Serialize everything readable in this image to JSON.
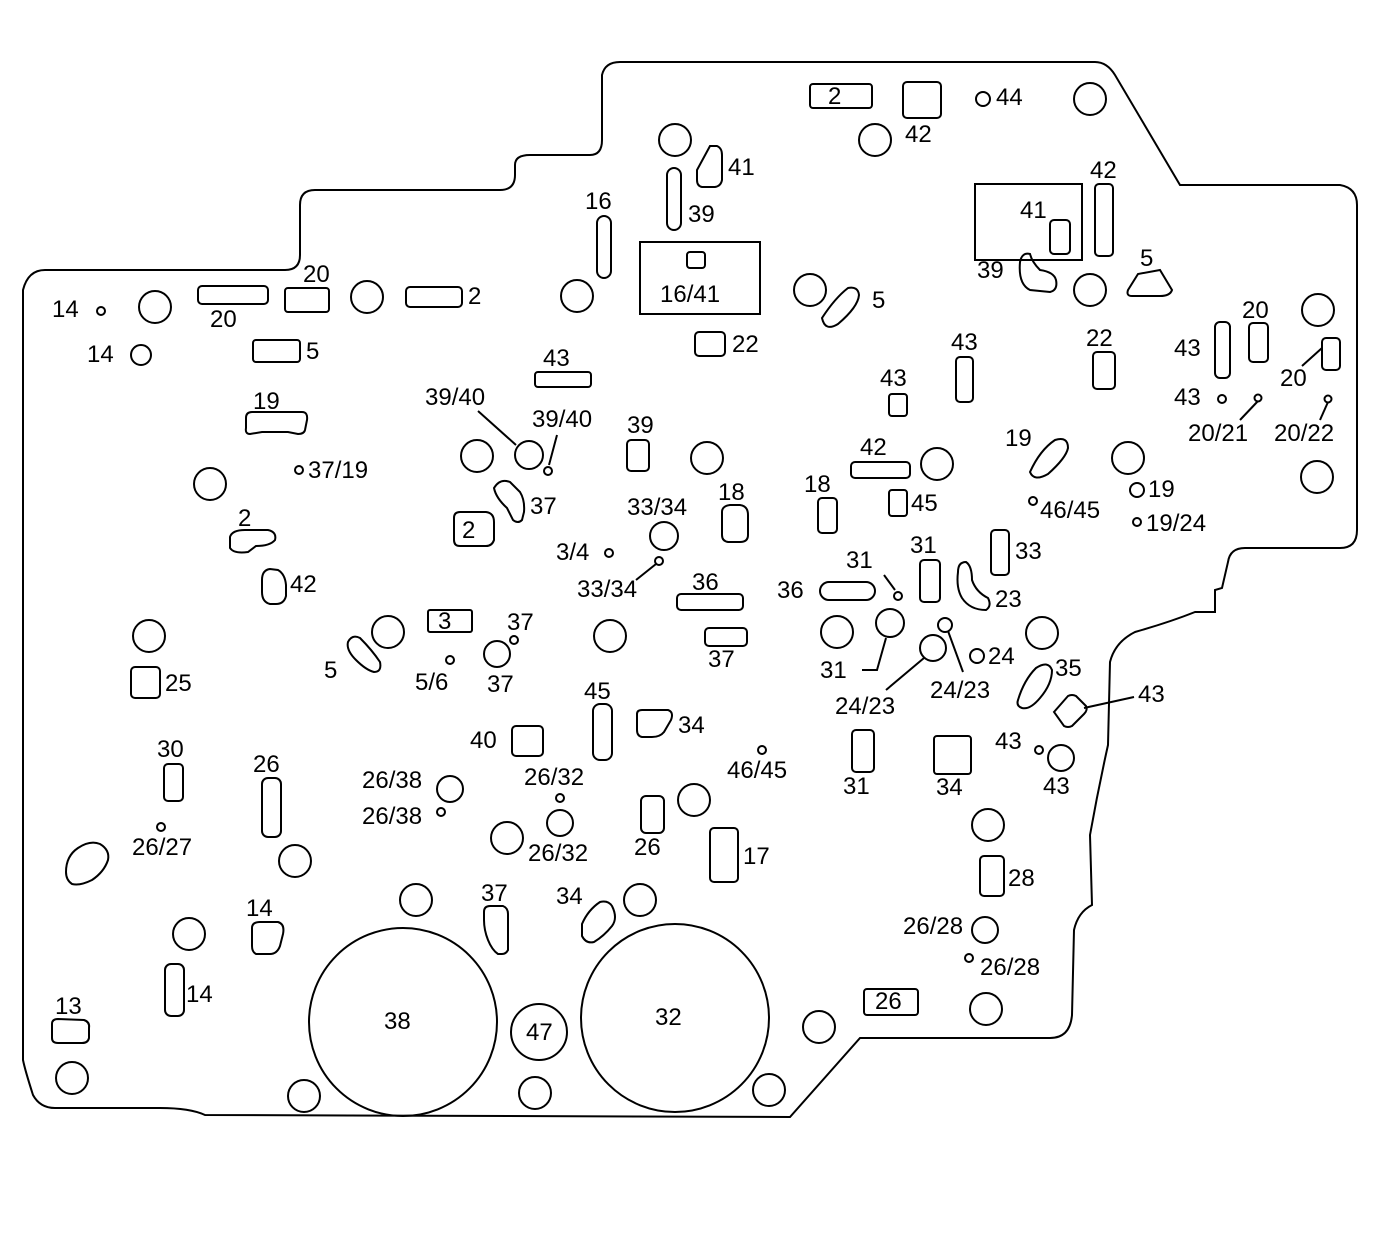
{
  "labels": {
    "l2top": "2",
    "l44": "44",
    "l42a": "42",
    "l41a": "41",
    "l39a": "39",
    "l16": "16",
    "l1641": "16/41",
    "l22a": "22",
    "l5a": "5",
    "l41b": "41",
    "l42b": "42",
    "l39b": "39",
    "l5b": "5",
    "l14a": "14",
    "l14b": "14",
    "l20a": "20",
    "l20b": "20",
    "l2a": "2",
    "l5c": "5",
    "l43a": "43",
    "l43b": "43",
    "l43c": "43",
    "l22b": "22",
    "l43d": "43",
    "l20c": "20",
    "l20d": "20",
    "l43e": "43",
    "l2021": "20/21",
    "l2022": "20/22",
    "l19a": "19",
    "l3940a": "39/40",
    "l3940b": "39/40",
    "l39c": "39",
    "l3719": "37/19",
    "l37a": "37",
    "l3334a": "33/34",
    "l18a": "18",
    "l18b": "18",
    "l42c": "42",
    "l45a": "45",
    "l19b": "19",
    "l19c": "19",
    "l4645a": "46/45",
    "l1924": "19/24",
    "l2b": "2",
    "l2box": "2",
    "l42d": "42",
    "l34a": "3/4",
    "l3334b": "33/34",
    "l36a": "36",
    "l36b": "36",
    "l31a": "31",
    "l31b": "31",
    "l33": "33",
    "l23": "23",
    "l3box": "3",
    "l37b": "37",
    "l37c": "37",
    "l37d": "37",
    "l5d": "5",
    "l56": "5/6",
    "l25": "25",
    "l31c": "31",
    "l24": "24",
    "l35": "35",
    "l2423a": "24/23",
    "l2423b": "24/23",
    "l43f": "43",
    "l45b": "45",
    "l34b": "34",
    "l40": "40",
    "l2632a": "26/32",
    "l4645b": "46/45",
    "l30": "30",
    "l26a": "26",
    "l2638a": "26/38",
    "l2638b": "26/38",
    "l2632b": "26/32",
    "l26b": "26",
    "l17": "17",
    "l31d": "31",
    "l34c": "34",
    "l43g": "43",
    "l43h": "43",
    "l2627": "26/27",
    "l28": "28",
    "l2628a": "26/28",
    "l2628b": "26/28",
    "l37e": "37",
    "l34d": "34",
    "l14c": "14",
    "l14d": "14",
    "l13": "13",
    "l26box": "26",
    "l38": "38",
    "l47": "47",
    "l32": "32"
  }
}
